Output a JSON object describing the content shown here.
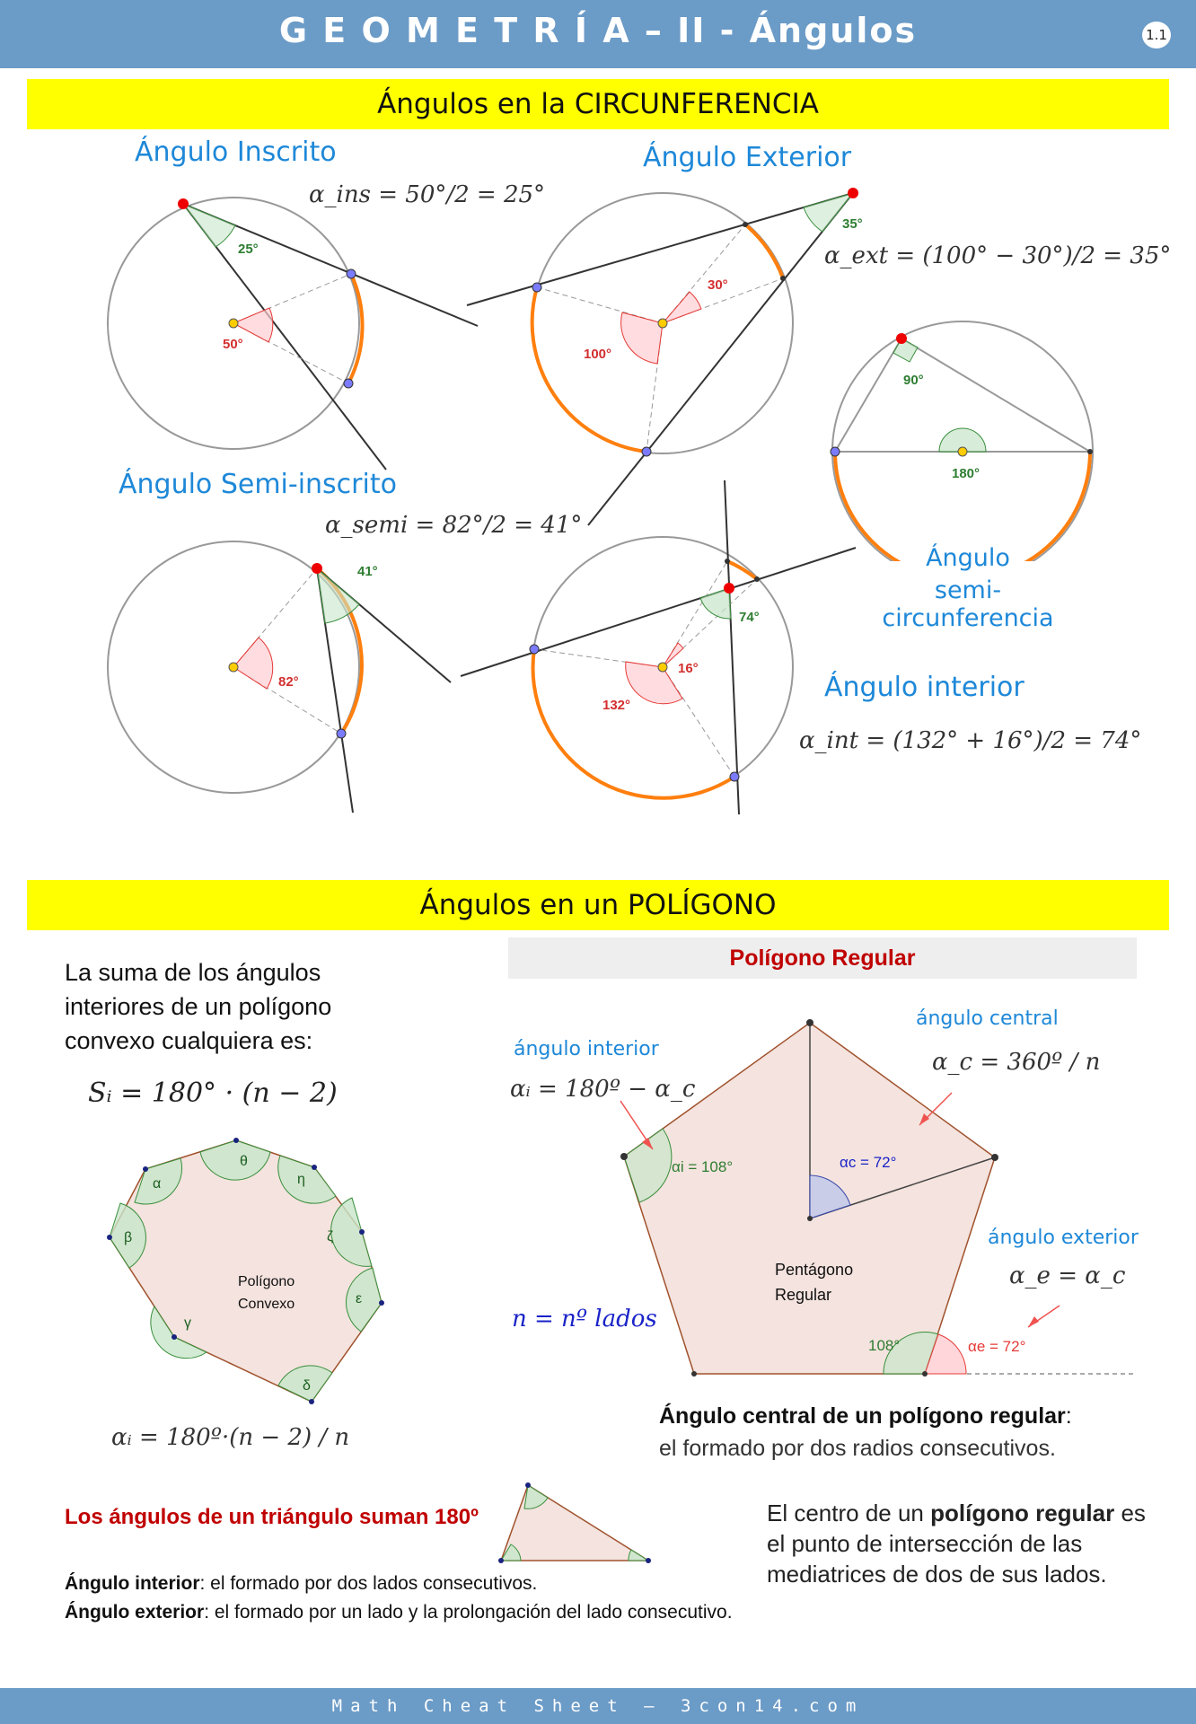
{
  "header": {
    "title": "G E O M E T R Í A – II - Ángulos",
    "page": "1.1"
  },
  "circ": {
    "band": "Ángulos en la CIRCUNFERENCIA",
    "inscrito": {
      "title": "Ángulo Inscrito",
      "formula": "α_ins = 50°/2 = 25°",
      "inscribed": "25°",
      "central": "50°"
    },
    "exterior": {
      "title": "Ángulo Exterior",
      "formula": "α_ext = (100° − 30°)/2 = 35°",
      "angle": "35°",
      "small_arc": "30°",
      "big_arc": "100°"
    },
    "semicirc": {
      "title_1": "Ángulo",
      "title_2": "semi-circunferencia",
      "right": "90°",
      "flat": "180°"
    },
    "semiinscrito": {
      "title": "Ángulo Semi-inscrito",
      "formula": "α_semi = 82°/2 = 41°",
      "angle": "41°",
      "central": "82°"
    },
    "interior": {
      "title": "Ángulo interior",
      "formula": "α_int = (132° + 16°)/2 = 74°",
      "angle": "74°",
      "small_arc": "16°",
      "big_arc": "132°"
    }
  },
  "poly": {
    "band": "Ángulos en un POLÍGONO",
    "sum_text": [
      "La suma de los ángulos",
      "interiores de un polígono",
      "convexo cualquiera es:"
    ],
    "sum_formula": "Sᵢ = 180° · (n − 2)",
    "convex_label_1": "Polígono",
    "convex_label_2": "Convexo",
    "greek": [
      "θ",
      "η",
      "ζ",
      "ε",
      "δ",
      "γ",
      "β",
      "α"
    ],
    "alpha_i_formula": "αᵢ = 180º·(n − 2) / n",
    "regular_band": "Polígono Regular",
    "interior_label": "ángulo interior",
    "interior_formula": "αᵢ = 180º − α_c",
    "central_label": "ángulo central",
    "central_formula": "α_c = 360º / n",
    "exterior_label": "ángulo exterior",
    "exterior_formula": "α_e = α_c",
    "n_formula": "n = nº lados",
    "alpha_i_val": "αi = 108°",
    "alpha_c_val": "αc = 72°",
    "alpha_e_val": "αe = 72°",
    "angle_108": "108°",
    "pentagon_1": "Pentágono",
    "pentagon_2": "Regular",
    "central_def_bold": "Ángulo central de un polígono regular",
    "central_def_rest": ":",
    "central_def_line2": "el formado por dos radios consecutivos.",
    "triangle_text": "Los ángulos de un triángulo suman 180º",
    "center_text_1": "El centro de un ",
    "center_text_bold": "polígono regular",
    "center_text_2": " es",
    "center_text_line2": "el punto de intersección de las",
    "center_text_line3": "mediatrices de dos de sus lados.",
    "def_interior_bold": "Ángulo interior",
    "def_interior_rest": ": el formado por dos lados consecutivos.",
    "def_exterior_bold": "Ángulo exterior",
    "def_exterior_rest": ": el formado por un lado y la prolongación del lado consecutivo."
  },
  "footer": "Math Cheat Sheet – 3con14.com",
  "colors": {
    "header": "#6b9bc7",
    "band": "#ffff00",
    "title_blue": "#1e88d8",
    "arc": "#ff7f0e",
    "red": "#c00000"
  }
}
